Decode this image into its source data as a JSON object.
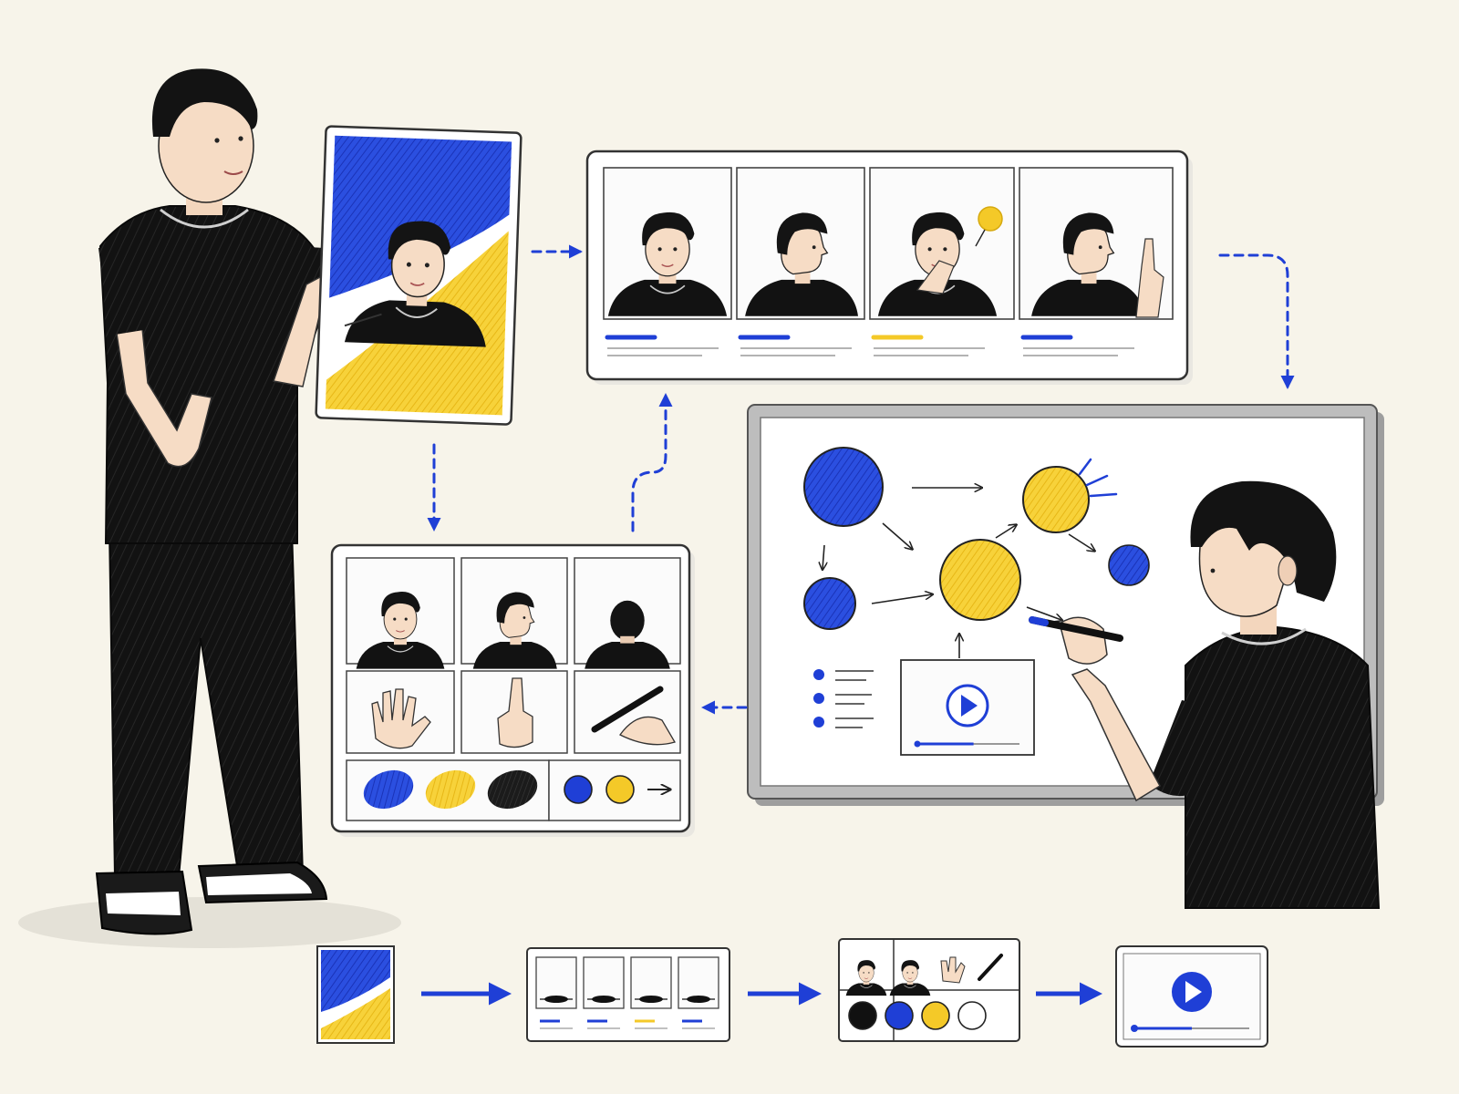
{
  "palette": {
    "background": "#f7f4ea",
    "ink": "#111111",
    "blue": "#1f3fd6",
    "yellow": "#f4c928",
    "skin": "#f6dcc5",
    "panel": "#ffffff",
    "frame_gray": "#8d8d8d",
    "line_gray": "#9a9a9a"
  },
  "icons": {
    "play": "play-icon",
    "arrow": "arrow-right-icon",
    "pen": "pen-icon",
    "hand": "open-hand-icon",
    "pointing_hand": "pointing-hand-icon"
  },
  "flow_steps": [
    "reference-portrait",
    "expression-sheet",
    "character-sheet",
    "video"
  ],
  "turnaround_sheet": {
    "caption_colors": [
      "#1f3fd6",
      "#1f3fd6",
      "#f4c928",
      "#1f3fd6"
    ]
  },
  "character_sheet": {
    "swatches": [
      "#1f3fd6",
      "#f4c928",
      "#1a1a1a"
    ],
    "dots": [
      "#1f3fd6",
      "#f4c928"
    ]
  },
  "whiteboard": {
    "video_progress": 0.55
  },
  "bottom_flow": {
    "mini_sheet_dots": [
      "#111111",
      "#1f3fd6",
      "#f4c928",
      "#ffffff"
    ],
    "mini_video_progress": 0.5
  }
}
